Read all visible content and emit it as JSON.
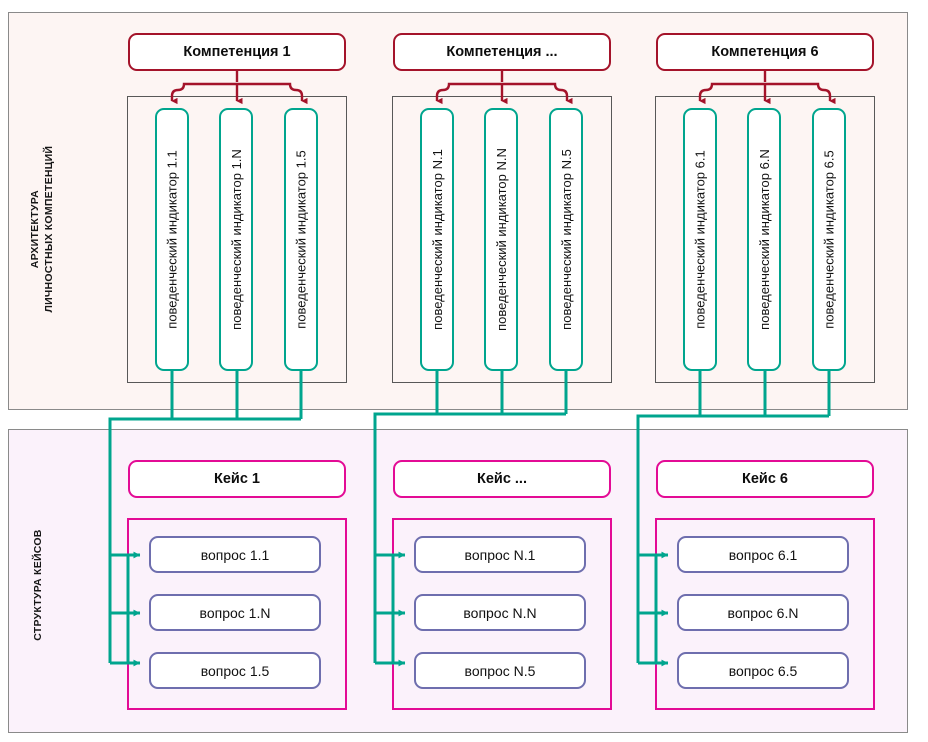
{
  "colors": {
    "competency_border": "#a4132a",
    "indicator_border": "#00a58e",
    "case_border": "#e30b95",
    "question_border": "#6e6eae",
    "frame_border": "#8a8a8a",
    "arch_bg": "#fdf5f3",
    "cases_bg": "#fbf2fb",
    "arrow_red": "#a4132a",
    "arrow_teal": "#00a58e"
  },
  "sections": {
    "architecture": {
      "label": "АРХИТЕКТУРА\nЛИЧНОСТНЫХ КОМПЕТЕНЦИЙ"
    },
    "cases": {
      "label": "СТРУКТУРА КЕЙСОВ"
    }
  },
  "competencies": [
    {
      "title": "Компетенция 1",
      "indicators": [
        "поведенческий индикатор 1.1",
        "поведенческий индикатор 1.N",
        "поведенческий индикатор 1.5"
      ]
    },
    {
      "title": "Компетенция ...",
      "indicators": [
        "поведенческий индикатор N.1",
        "поведенческий индикатор N.N",
        "поведенческий индикатор N.5"
      ]
    },
    {
      "title": "Компетенция 6",
      "indicators": [
        "поведенческий индикатор 6.1",
        "поведенческий индикатор 6.N",
        "поведенческий индикатор 6.5"
      ]
    }
  ],
  "cases": [
    {
      "title": "Кейс 1",
      "questions": [
        "вопрос 1.1",
        "вопрос 1.N",
        "вопрос 1.5"
      ]
    },
    {
      "title": "Кейс ...",
      "questions": [
        "вопрос N.1",
        "вопрос N.N",
        "вопрос N.5"
      ]
    },
    {
      "title": "Кейс 6",
      "questions": [
        "вопрос 6.1",
        "вопрос 6.N",
        "вопрос 6.5"
      ]
    }
  ]
}
